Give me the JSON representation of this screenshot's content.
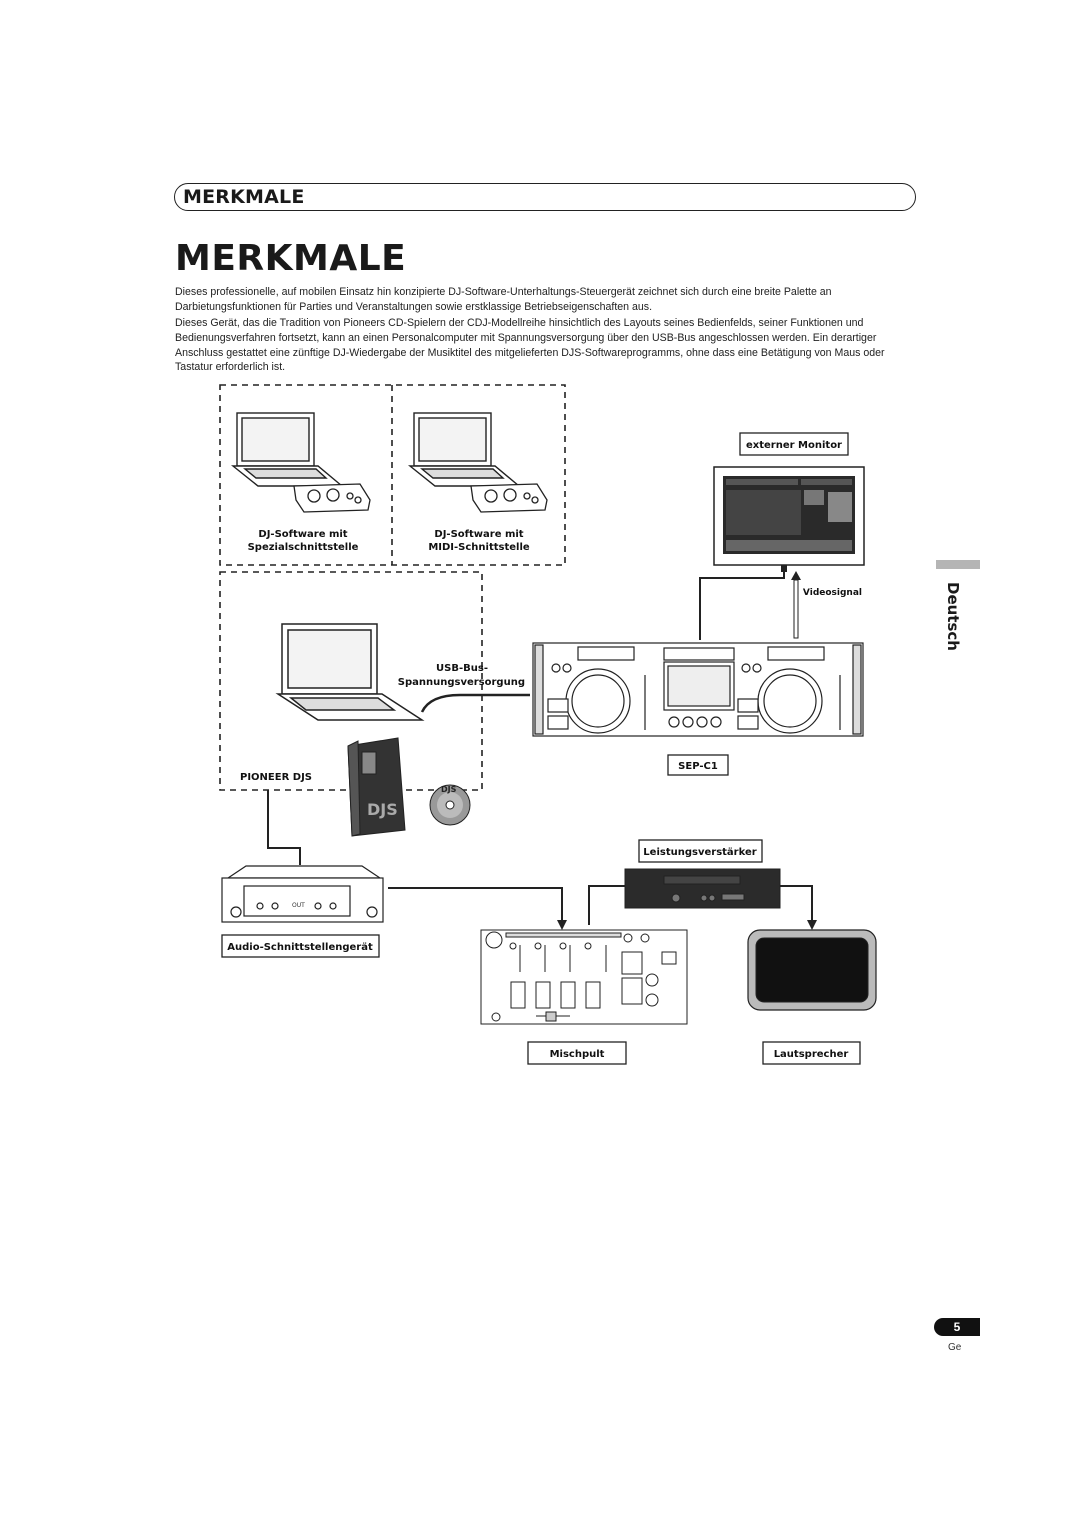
{
  "header": {
    "section_title": "MERKMALE"
  },
  "main": {
    "heading": "MERKMALE",
    "paragraphs": [
      "Dieses professionelle, auf mobilen Einsatz hin konzipierte DJ-Software-Unterhaltungs-Steuergerät zeichnet sich durch eine breite Palette an Darbietungsfunktionen für Parties und Veranstaltungen sowie erstklassige Betriebseigenschaften aus.",
      "Dieses Gerät, das die Tradition von Pioneers CD-Spielern der CDJ-Modellreihe hinsichtlich des Layouts seines Bedienfelds, seiner Funktionen und Bedienungsverfahren fortsetzt, kann an einen Personalcomputer mit Spannungsversorgung über den USB-Bus angeschlossen werden. Ein derartiger Anschluss gestattet eine zünftige DJ-Wiedergabe der Musiktitel des mitgelieferten DJS-Softwareprogramms, ohne dass eine Betätigung von Maus oder Tastatur erforderlich ist."
    ]
  },
  "diagram": {
    "dj_software_special": [
      "DJ-Software mit",
      "Spezialschnittstelle"
    ],
    "dj_software_midi": [
      "DJ-Software mit",
      "MIDI-Schnittstelle"
    ],
    "external_monitor": "externer Monitor",
    "video_signal": "Videosignal",
    "usb_bus": [
      "USB-Bus-",
      "Spannungsversorgung"
    ],
    "pioneer_djs": "PIONEER DJS",
    "sep_c1": "SEP-C1",
    "power_amp": "Leistungsverstärker",
    "audio_interface": "Audio-Schnittstellengerät",
    "mixer": "Mischpult",
    "speaker": "Lautsprecher",
    "audio_out_label": "OUT",
    "djs_box_text": "DJS",
    "djs_disc_text": "DJS"
  },
  "side_tab": {
    "language": "Deutsch"
  },
  "footer": {
    "page_number": "5",
    "language_code": "Ge"
  }
}
